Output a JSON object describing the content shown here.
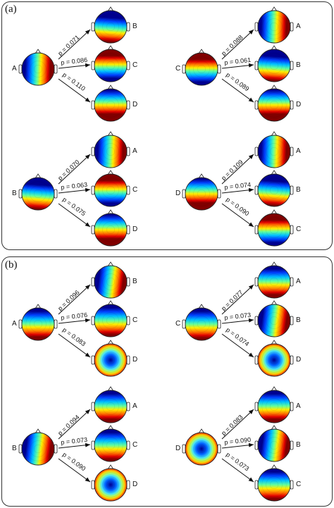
{
  "panels": [
    {
      "label": "(a)",
      "groups": [
        {
          "source": "A",
          "transitions": [
            {
              "target": "B",
              "p": "p = 0.071"
            },
            {
              "target": "C",
              "p": "p = 0.086"
            },
            {
              "target": "D",
              "p": "p = 0.110"
            }
          ]
        },
        {
          "source": "C",
          "transitions": [
            {
              "target": "A",
              "p": "p = 0.088"
            },
            {
              "target": "B",
              "p": "p = 0.061"
            },
            {
              "target": "D",
              "p": "p = 0.089"
            }
          ]
        },
        {
          "source": "B",
          "transitions": [
            {
              "target": "A",
              "p": "p = 0.070"
            },
            {
              "target": "C",
              "p": "p = 0.063"
            },
            {
              "target": "D",
              "p": "p = 0.075"
            }
          ]
        },
        {
          "source": "D",
          "transitions": [
            {
              "target": "A",
              "p": "p = 0.109"
            },
            {
              "target": "B",
              "p": "p = 0.074"
            },
            {
              "target": "C",
              "p": "p = 0.090"
            }
          ]
        }
      ]
    },
    {
      "label": "(b)",
      "groups": [
        {
          "source": "A",
          "transitions": [
            {
              "target": "B",
              "p": "p = 0.096"
            },
            {
              "target": "C",
              "p": "p = 0.076"
            },
            {
              "target": "D",
              "p": "p = 0.083"
            }
          ]
        },
        {
          "source": "C",
          "transitions": [
            {
              "target": "A",
              "p": "p = 0.077"
            },
            {
              "target": "B",
              "p": "p = 0.073"
            },
            {
              "target": "D",
              "p": "p = 0.074"
            }
          ]
        },
        {
          "source": "B",
          "transitions": [
            {
              "target": "A",
              "p": "p = 0.094"
            },
            {
              "target": "C",
              "p": "p = 0.073"
            },
            {
              "target": "D",
              "p": "p = 0.090"
            }
          ]
        },
        {
          "source": "D",
          "transitions": [
            {
              "target": "A",
              "p": "p = 0.083"
            },
            {
              "target": "B",
              "p": "p = 0.090"
            },
            {
              "target": "C",
              "p": "p = 0.073"
            }
          ]
        }
      ]
    }
  ],
  "colors": {
    "border": "#333333",
    "arrow": "#111111"
  }
}
